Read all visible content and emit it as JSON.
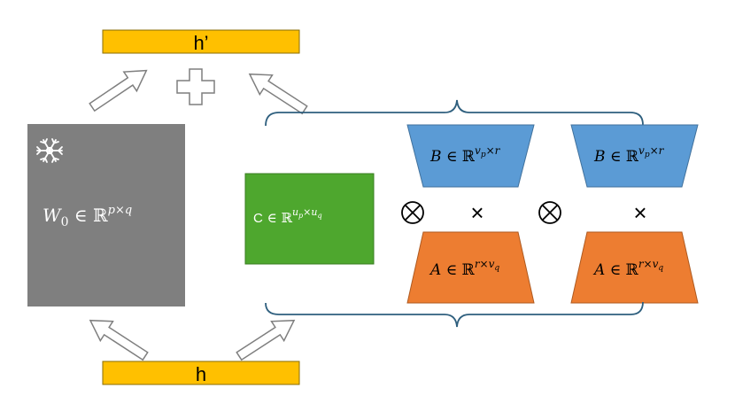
{
  "colors": {
    "hidden_bar": "#ffc000",
    "frozen_weight": "#7f7f7f",
    "core_matrix": "#4ea72e",
    "factor_b": "#5b9bd5",
    "factor_a": "#ed7d31",
    "brace": "#2e5f7e",
    "arrow_stroke": "#7f7f7f"
  },
  "icons": {
    "frozen": "snowflake-icon",
    "plus": "plus-outline-icon",
    "kronecker": "circled-times-icon",
    "times": "times-icon"
  },
  "labels": {
    "output": "h’",
    "input": "h",
    "w0_sym": "W",
    "w0_sub": "0",
    "w0_rel": " ∈ ℝ",
    "w0_sup": "p×q",
    "c_sym": "C",
    "c_rel": " ∈ ℝ",
    "c_sup_u": "u",
    "c_sup_sub1": "p",
    "c_sup_times": "×u",
    "c_sup_sub2": "q",
    "b_sym": "B",
    "b_rel": " ∈ ℝ",
    "b_sup_v": "v",
    "b_sup_sub": "p",
    "b_sup_rest": "×r",
    "a_sym": "A",
    "a_rel": " ∈ ℝ",
    "a_sup_r": "r×v",
    "a_sup_sub": "q",
    "kron": "⨂",
    "times": "×"
  }
}
